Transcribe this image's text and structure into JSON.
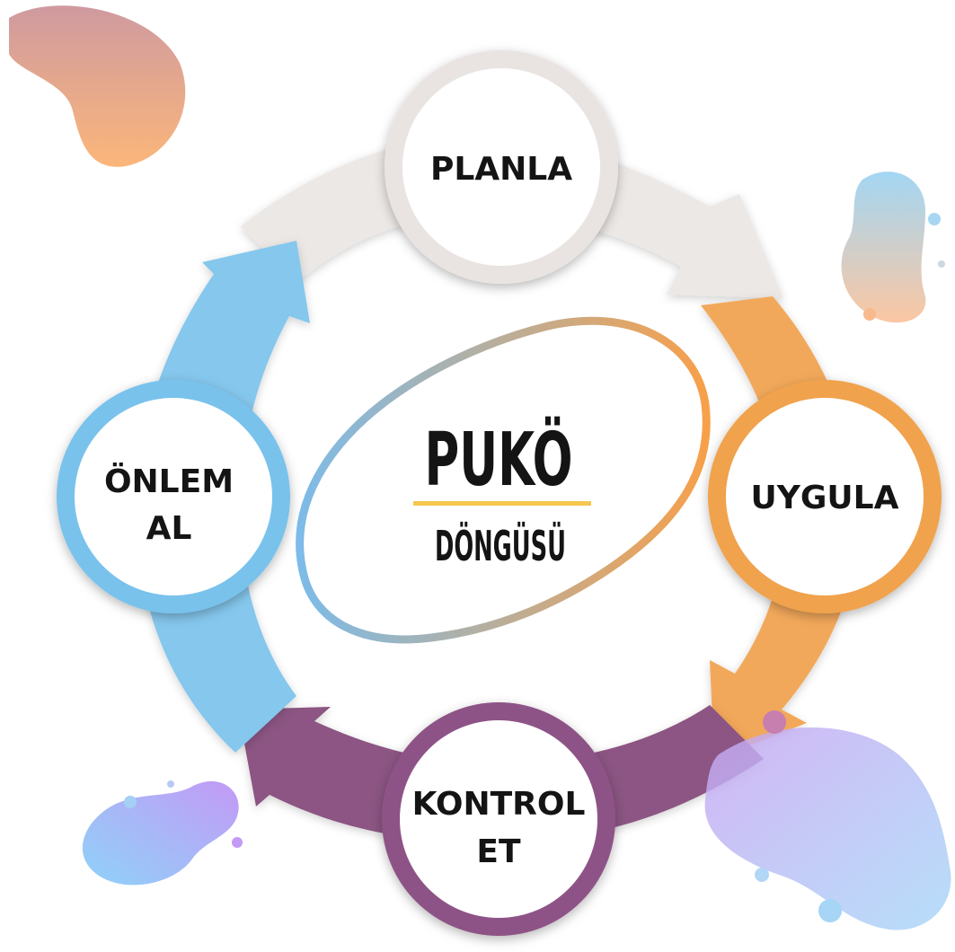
{
  "center": {
    "title": "PUKÖ",
    "subtitle": "DÖNGÜSÜ"
  },
  "nodes": [
    {
      "id": "plan",
      "lines": [
        "PLANLA"
      ],
      "ring_color": "#e9e4e2"
    },
    {
      "id": "do",
      "lines": [
        "UYGULA"
      ],
      "ring_color": "#f0a24e"
    },
    {
      "id": "check",
      "lines": [
        "KONTROL",
        "ET"
      ],
      "ring_color": "#8e5386"
    },
    {
      "id": "act",
      "lines": [
        "ÖNLEM",
        "AL"
      ],
      "ring_color": "#79c2ec"
    }
  ],
  "colors": {
    "plan_arrow": "#ece8e6",
    "do_arrow": "#f2a85a",
    "check_arrow": "#8c5483",
    "act_arrow": "#85c7ed",
    "logo_underline": "#f5c74f",
    "blob_gradient_start": "#7dbbe8",
    "blob_gradient_end": "#f7a04a"
  }
}
